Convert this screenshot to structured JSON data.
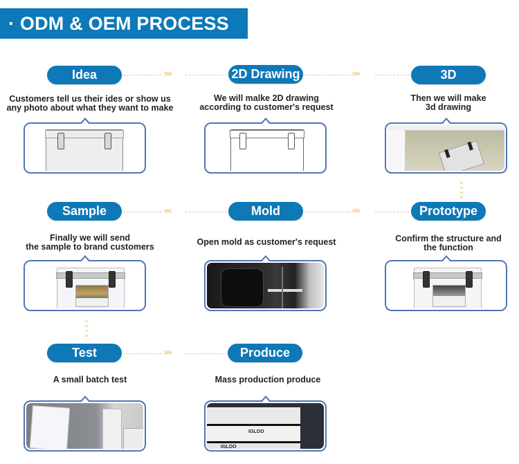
{
  "header": {
    "title": "· ODM & OEM PROCESS"
  },
  "colors": {
    "accent": "#0f78b7",
    "card_border": "#4f76b5",
    "connector": "#f2c27a"
  },
  "steps": [
    {
      "id": "idea",
      "label": "Idea",
      "description": [
        "Customers tell us their ides or show us",
        "any photo about what they want to make"
      ],
      "image": "cooler-sketch"
    },
    {
      "id": "2d-drawing",
      "label": "2D Drawing",
      "description": [
        "We will malke 2D drawing",
        "according to customer's request"
      ],
      "image": "cooler-line-drawing"
    },
    {
      "id": "3d",
      "label": "3D",
      "description": [
        "Then we will make",
        "3d drawing"
      ],
      "image": "cad-software-3d-model"
    },
    {
      "id": "prototype",
      "label": "Prototype",
      "description": [
        "Confirm the structure and",
        "the function"
      ],
      "image": "cooler-prototype"
    },
    {
      "id": "mold",
      "label": "Mold",
      "description": [
        "Open mold as customer's request"
      ],
      "image": "mold-machine"
    },
    {
      "id": "sample",
      "label": "Sample",
      "description": [
        "Finally we will send",
        "the sample to brand customers"
      ],
      "image": "cooler-sample"
    },
    {
      "id": "test",
      "label": "Test",
      "description": [
        "A small batch test"
      ],
      "image": "test-lab-coolers"
    },
    {
      "id": "produce",
      "label": "Produce",
      "description": [
        "Mass production produce"
      ],
      "image": "production-stack"
    }
  ],
  "connectors": {
    "right": "››››",
    "left": "‹‹‹‹",
    "down": "⌄"
  },
  "image_text": {
    "produce_brand": "IGLOO"
  }
}
